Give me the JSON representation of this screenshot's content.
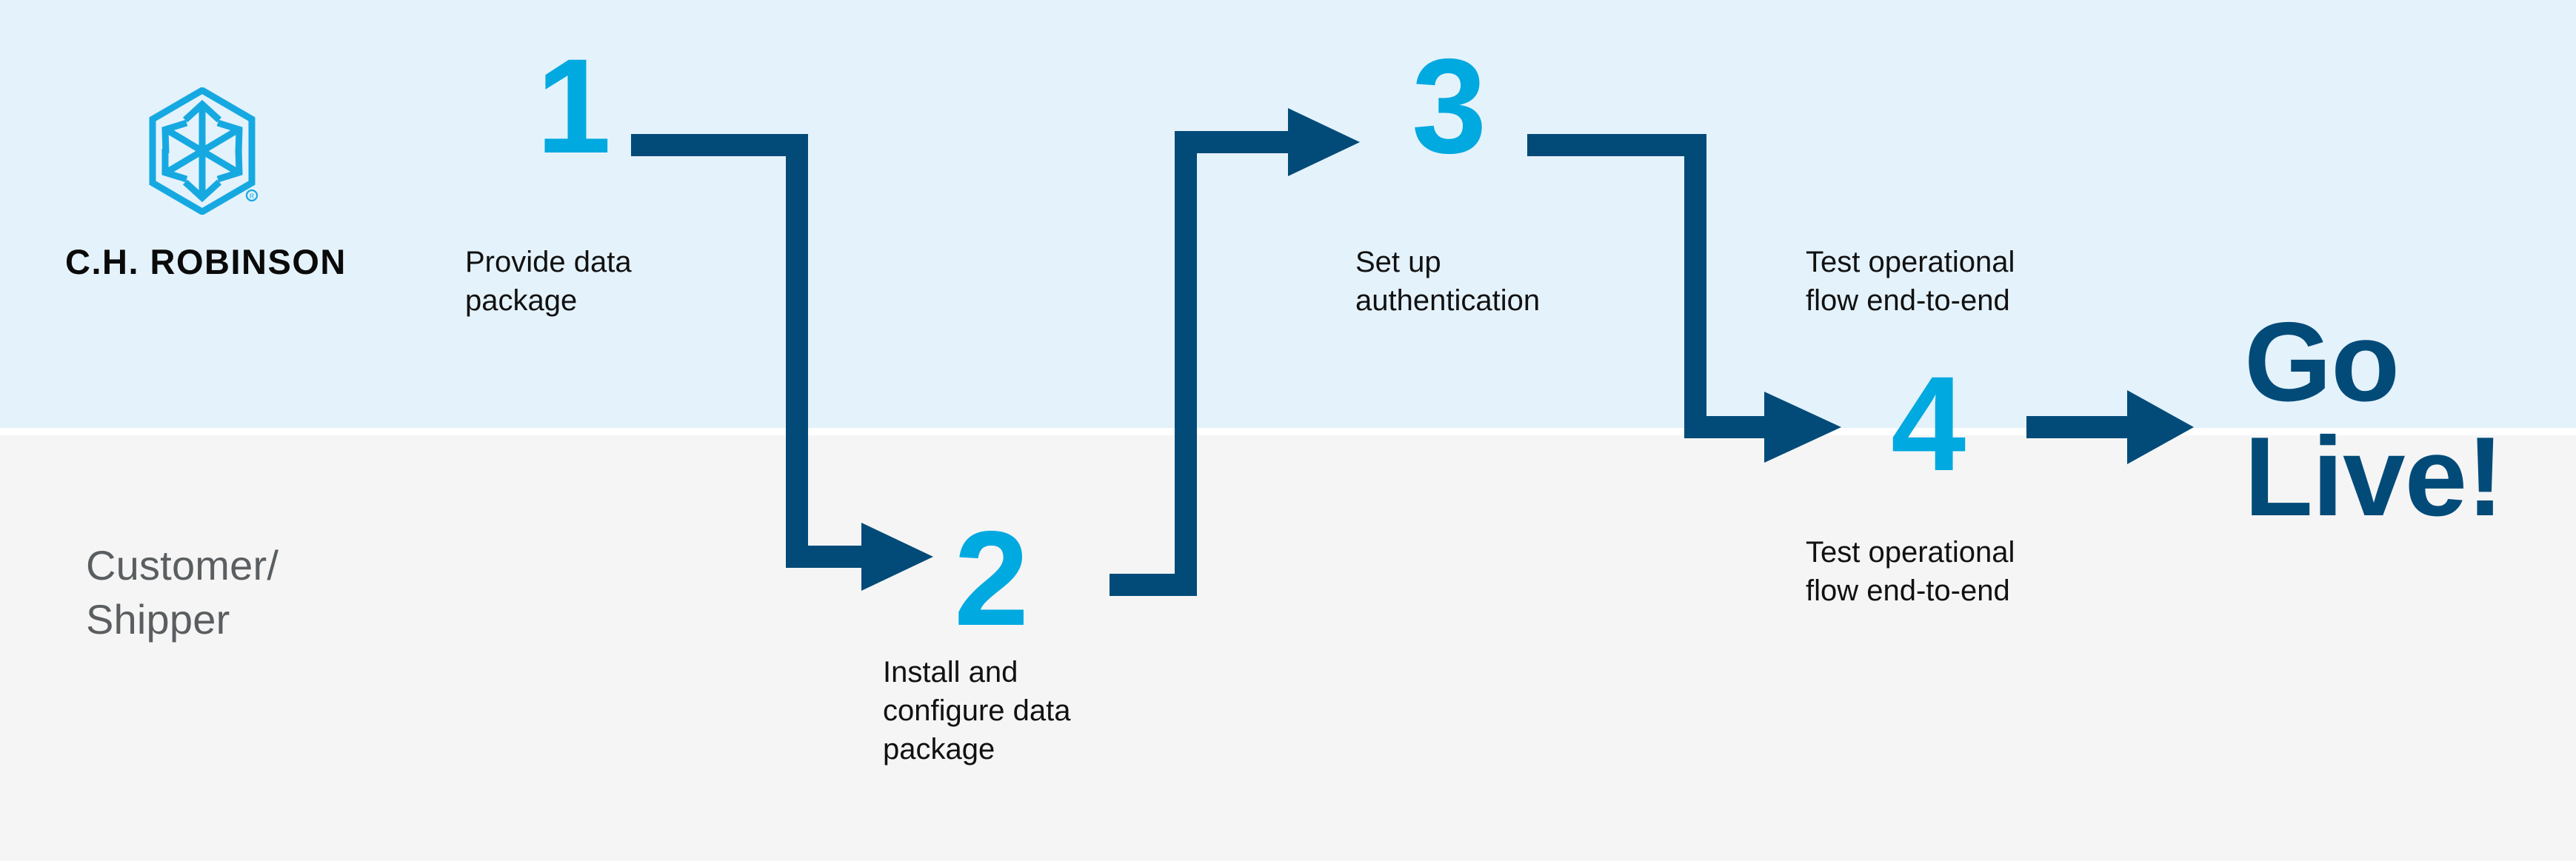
{
  "colors": {
    "band_top": "#e4f2fb",
    "band_bottom": "#f5f5f5",
    "divider": "#ffffff",
    "accent_cyan": "#00a9e0",
    "navy": "#024b79",
    "caption_text": "#111111",
    "lane_label_text": "#5a5e60",
    "wordmark_text": "#0a0a0a"
  },
  "brand": {
    "logo_icon": "hexagon-cube-arrows-icon",
    "wordmark": "C.H. ROBINSON",
    "trademark": "®"
  },
  "lane": {
    "label_line1": "Customer/",
    "label_line2": "Shipper"
  },
  "steps": [
    {
      "number": "1",
      "caption_line1": "Provide data",
      "caption_line2": "package",
      "caption_line3": "",
      "lane": "top"
    },
    {
      "number": "2",
      "caption_line1": "Install and",
      "caption_line2": "configure data",
      "caption_line3": "package",
      "lane": "bottom"
    },
    {
      "number": "3",
      "caption_line1": "Set up",
      "caption_line2": "authentication",
      "caption_line3": "",
      "lane": "top"
    },
    {
      "number": "4",
      "caption_top_line1": "Test operational",
      "caption_top_line2": "flow end-to-end",
      "caption_bottom_line1": "Test operational",
      "caption_bottom_line2": "flow end-to-end",
      "lane": "both"
    }
  ],
  "outcome": {
    "line1": "Go",
    "line2": "Live!"
  },
  "connectors": [
    {
      "name": "connector-1-to-2",
      "shape": "elbow-right-down-right-arrow"
    },
    {
      "name": "connector-2-to-3",
      "shape": "elbow-right-up-right-arrow"
    },
    {
      "name": "connector-3-to-4",
      "shape": "elbow-right-down-right-arrow"
    },
    {
      "name": "connector-4-to-golive",
      "shape": "straight-right-arrow"
    }
  ],
  "chart_data": {
    "type": "diagram",
    "title": "Customer/Shipper onboarding process flow",
    "flow": [
      "1 Provide data package",
      "2 Install and configure data package",
      "3 Set up authentication",
      "4 Test operational flow end-to-end",
      "Go Live!"
    ],
    "lanes": [
      "C.H. ROBINSON",
      "Customer/Shipper"
    ]
  }
}
